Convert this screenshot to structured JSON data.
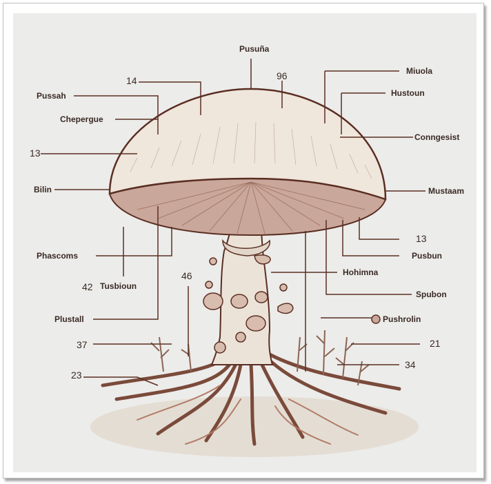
{
  "diagram": {
    "labels": {
      "top": "Pusuña",
      "n14": "14",
      "n96": "96",
      "miuola": "Miuola",
      "pussah": "Pussah",
      "hustoun": "Hustoun",
      "chepergue": "Chepergue",
      "conngesist": "Conngesist",
      "n13a": "13",
      "bilin": "Bilin",
      "mustaam": "Mustaam",
      "n13b": "13",
      "phascoms": "Phascoms",
      "pusbun": "Pusbun",
      "n42": "42",
      "tusbioun": "Tusbioun",
      "n46": "46",
      "hohimna": "Hohimna",
      "spubon": "Spubon",
      "plustall": "Plustall",
      "pushrolin": "Pushrolin",
      "n37": "37",
      "n21": "21",
      "n34": "34",
      "n23": "23"
    }
  },
  "colors": {
    "ink": "#5a2e22",
    "cap": "#efe6dc",
    "gills": "#c9a79a",
    "paper": "#ececea"
  }
}
